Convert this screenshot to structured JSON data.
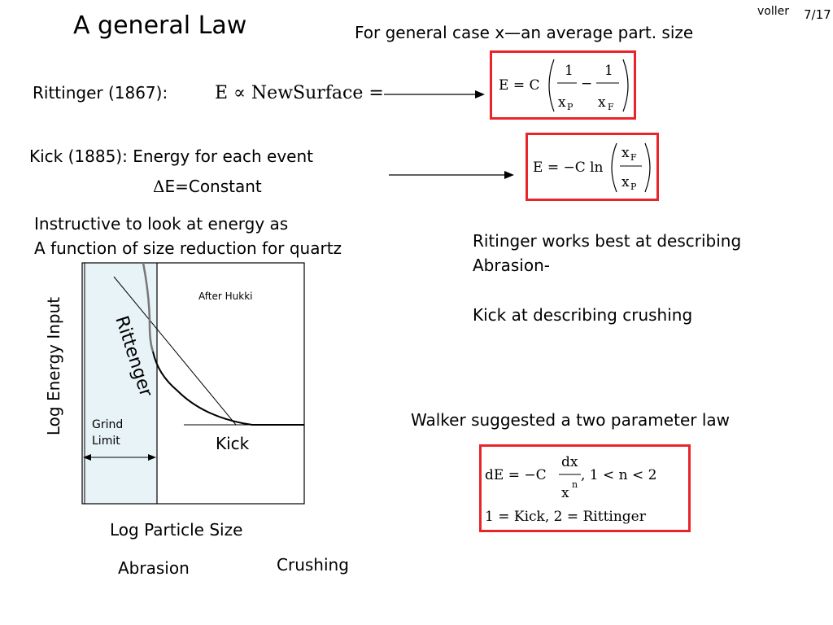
{
  "header": {
    "title": "A general Law",
    "author": "voller",
    "page": "7/17",
    "general_case": "For general case x—an average part. size"
  },
  "rittinger": {
    "label": "Rittinger (1867):",
    "formula": "E ∝ NewSurface =",
    "box": {
      "lhs": "E = C",
      "num1": "1",
      "den1": "x",
      "sub1": "P",
      "minus": "−",
      "num2": "1",
      "den2": "x",
      "sub2": "F"
    }
  },
  "kick": {
    "label": "Kick (1885): Energy for each event",
    "delta_symbol": "Δ",
    "delta_text": "E=Constant",
    "box": {
      "lhs": "E = −C ln",
      "num": "x",
      "num_sub": "F",
      "den": "x",
      "den_sub": "P"
    }
  },
  "graph": {
    "intro_line1": "Instructive to look at energy as",
    "intro_line2": "A function of size reduction for quartz",
    "after_hukki": "After Hukki",
    "y_label": "Log Energy Input",
    "x_label": "Log Particle Size",
    "rittenger": "Rittenger",
    "grind_1": "Grind",
    "grind_2": "Limit",
    "kick": "Kick",
    "abrasion": "Abrasion",
    "crushing": "Crushing",
    "shade_color": "#e8f3f7"
  },
  "notes": {
    "line1": "Ritinger works best at describing",
    "line2": "Abrasion-",
    "line3": "Kick at describing crushing"
  },
  "walker": {
    "label": "Walker suggested a two parameter law",
    "lhs": "dE = −C",
    "num": "dx",
    "den": "x",
    "den_sup": "n",
    "cond": ",   1 < n < 2",
    "line2": "1 = Kick, 2 = Rittinger"
  }
}
